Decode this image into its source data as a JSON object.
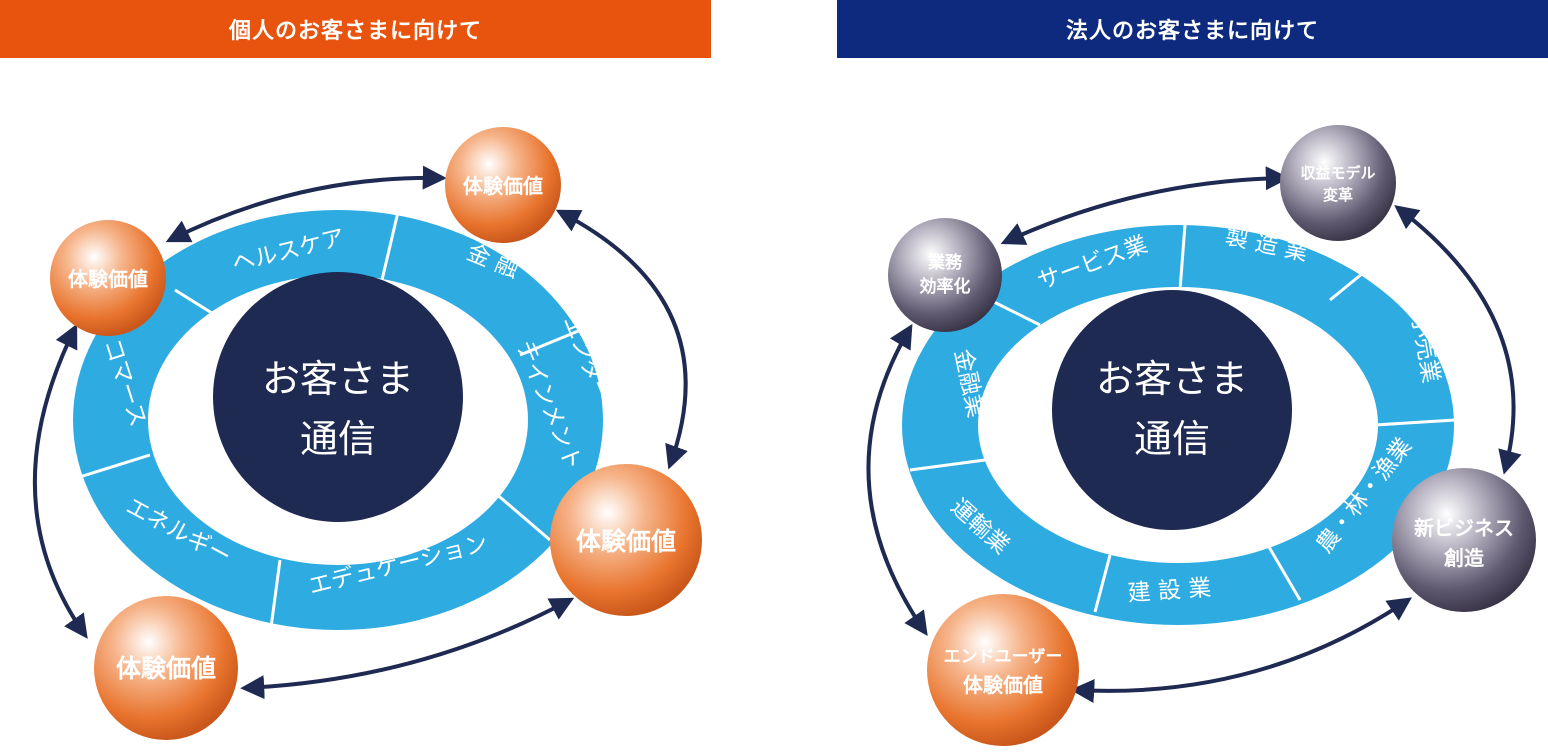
{
  "left": {
    "banner": "個人のお客さまに向けて",
    "core_line1": "お客さま",
    "core_line2": "通信",
    "segments": {
      "healthcare": "ヘルスケア",
      "finance": "金 融",
      "ent_line1": "エンター",
      "ent_line2": "テインメント",
      "education": "エデュケーション",
      "energy": "エネルギー",
      "commerce": "コマース"
    },
    "value_label": "体験価値"
  },
  "right": {
    "banner": "法人のお客さまに向けて",
    "core_line1": "お客さま",
    "core_line2": "通信",
    "segments": {
      "service": "サービス業",
      "manufacturing": "製 造 業",
      "retail": "小売業",
      "agri": "農・林・漁業",
      "construction": "建 設 業",
      "transport": "運輸業",
      "finance": "金融業"
    },
    "balls": {
      "efficiency_1": "業務",
      "efficiency_2": "効率化",
      "revenue_1": "収益モデル",
      "revenue_2": "変革",
      "newbiz_1": "新ビジネス",
      "newbiz_2": "創造",
      "enduser_1": "エンドユーザー",
      "enduser_2": "体験価値"
    }
  },
  "colors": {
    "orange_banner": "#E8540E",
    "navy_banner": "#0D2A7E",
    "ring": "#2EACE2",
    "core": "#1E2A52",
    "arrow": "#1E2A52",
    "orange_ball": "#E8742E",
    "gray_ball": "#5F5A70"
  }
}
